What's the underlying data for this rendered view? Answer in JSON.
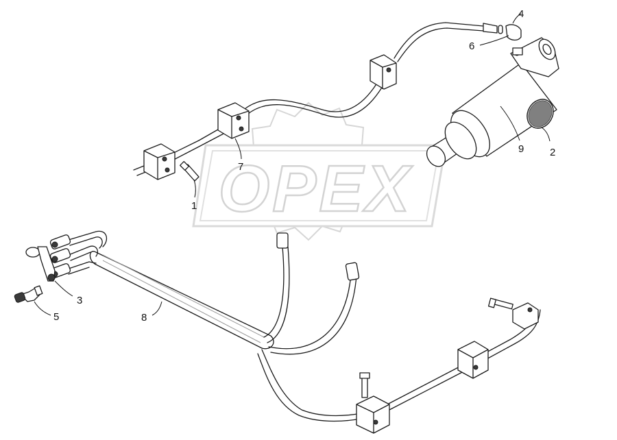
{
  "watermark": {
    "text": "OPEX"
  },
  "callouts": [
    {
      "id": "1",
      "label": "1"
    },
    {
      "id": "2",
      "label": "2"
    },
    {
      "id": "3",
      "label": "3"
    },
    {
      "id": "4",
      "label": "4"
    },
    {
      "id": "5",
      "label": "5"
    },
    {
      "id": "6",
      "label": "6"
    },
    {
      "id": "7",
      "label": "7"
    },
    {
      "id": "8",
      "label": "8"
    },
    {
      "id": "9",
      "label": "9"
    }
  ],
  "colors": {
    "line": "#1a1a1a",
    "watermark_stroke": "#bdbdbd",
    "background": "#ffffff"
  }
}
